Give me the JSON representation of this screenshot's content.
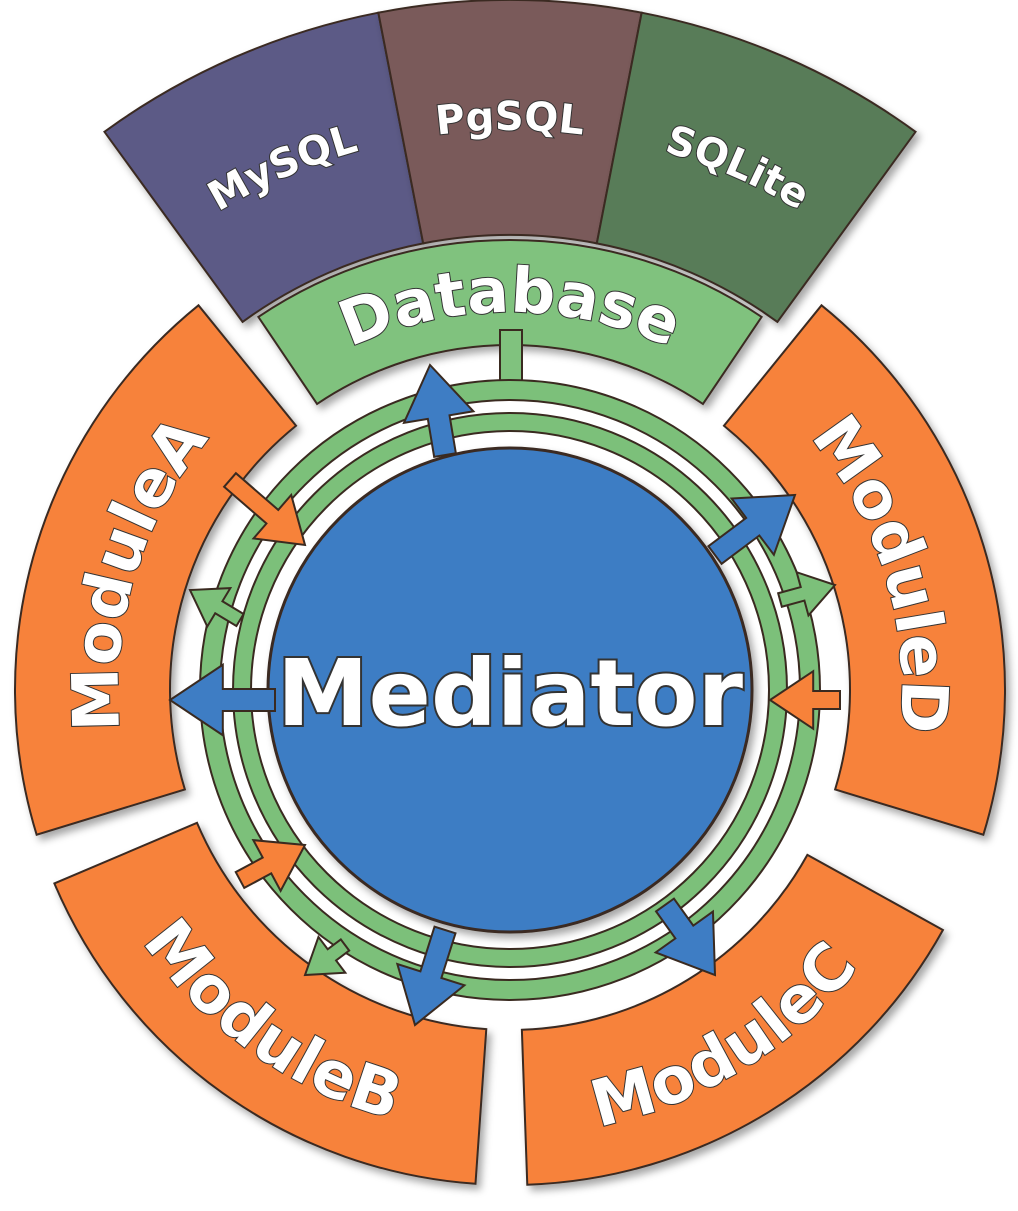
{
  "center": {
    "label": "Mediator"
  },
  "database": {
    "label": "Database",
    "engines": [
      {
        "label": "MySQL",
        "color": "#5b5a86"
      },
      {
        "label": "PgSQL",
        "color": "#7a5a5a"
      },
      {
        "label": "SQLite",
        "color": "#587b58"
      }
    ]
  },
  "modules": [
    {
      "label": "ModuleA"
    },
    {
      "label": "ModuleB"
    },
    {
      "label": "ModuleC"
    },
    {
      "label": "ModuleD"
    }
  ],
  "colors": {
    "module": "#f7823a",
    "database": "#80c27e",
    "mediator": "#3e7dc4",
    "ring": "#7cc07a",
    "stroke": "#3a2a20"
  }
}
